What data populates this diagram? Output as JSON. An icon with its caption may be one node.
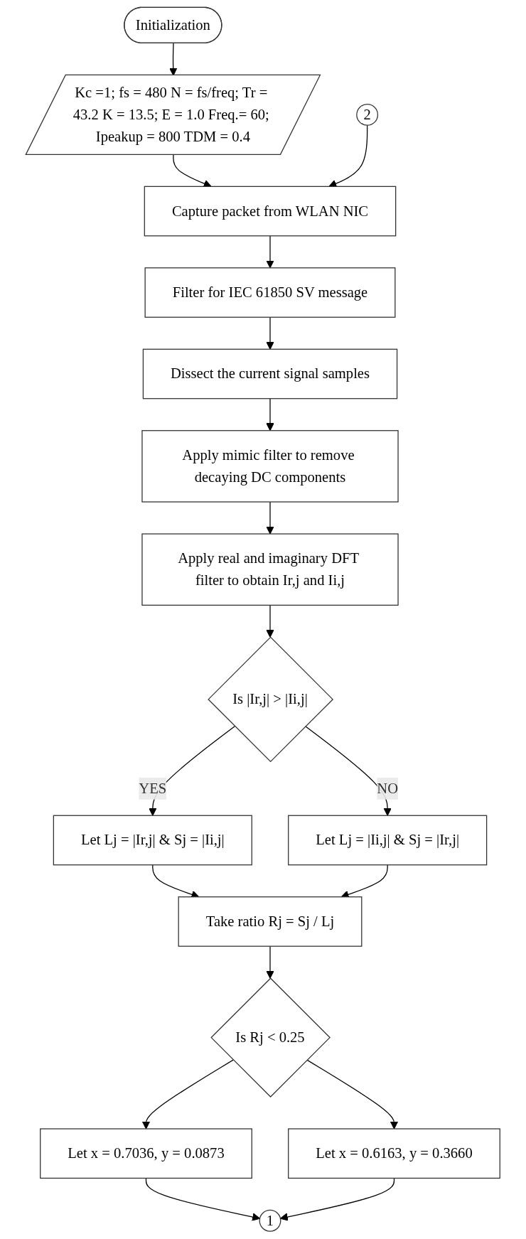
{
  "diagram": {
    "nodes": [
      {
        "text": [
          "Initialization"
        ]
      },
      {
        "text": [
          "Kc =1; fs = 480 N = fs/freq; Tr = 43.2 K = 13.5; E = 1.0 Freq.= 60; Ipeakup = 800 TDM = 0.4"
        ]
      },
      {
        "text": [
          "Capture packet from WLAN NIC"
        ]
      },
      {
        "text": [
          "Filter for IEC 61850 SV message"
        ]
      },
      {
        "text": [
          "Dissect the current signal samples"
        ]
      },
      {
        "text": [
          "Apply mimic filter to remove decaying DC components"
        ]
      },
      {
        "text": [
          "Apply real and imaginary DFT filter to obtain Ir,j and Ii,j"
        ]
      },
      {
        "text": [
          "Is |Ir,j| > |Ii,j|"
        ]
      },
      {
        "text": [
          "Let Lj = |Ii,j| & Sj = |Ir,j|"
        ]
      },
      {
        "text": [
          "Let Lj = |Ir,j| & Sj = |Ii,j|"
        ]
      },
      {
        "text": [
          "Take ratio Rj = Sj / Lj"
        ]
      },
      {
        "text": [
          "Is Rj < 0.25"
        ]
      },
      {
        "text": [
          "Let x = 0.6163, y = 0.3660"
        ]
      },
      {
        "text": [
          "Let x = 0.7036, y = 0.0873"
        ]
      },
      {
        "text": [
          "1"
        ]
      },
      {
        "text": [
          "2"
        ]
      }
    ],
    "edges": [
      {
        "from": 0,
        "to": 1,
        "arrow": "to"
      },
      {
        "from": 1,
        "to": 2,
        "arrow": "to"
      },
      {
        "from": 2,
        "to": 3,
        "arrow": "to"
      },
      {
        "from": 3,
        "to": 4,
        "arrow": "to"
      },
      {
        "from": 4,
        "to": 5,
        "arrow": "to"
      },
      {
        "from": 5,
        "to": 6,
        "arrow": "to"
      },
      {
        "from": 6,
        "to": 7,
        "arrow": "to"
      },
      {
        "from": 7,
        "to": 8,
        "label": "NO",
        "arrow": "to"
      },
      {
        "from": 7,
        "to": 9,
        "label": "YES",
        "arrow": "to"
      },
      {
        "from": 9,
        "to": 10,
        "arrow": "to"
      },
      {
        "from": 8,
        "to": 10,
        "arrow": "to"
      },
      {
        "from": 10,
        "to": 11,
        "arrow": "to"
      },
      {
        "from": 11,
        "to": 12,
        "arrow": "to"
      },
      {
        "from": 11,
        "to": 13,
        "arrow": "to"
      },
      {
        "from": 13,
        "to": 14,
        "arrow": "to"
      },
      {
        "from": 12,
        "to": 14,
        "arrow": "to"
      },
      {
        "from": 15,
        "to": 2,
        "arrow": "to"
      }
    ]
  }
}
